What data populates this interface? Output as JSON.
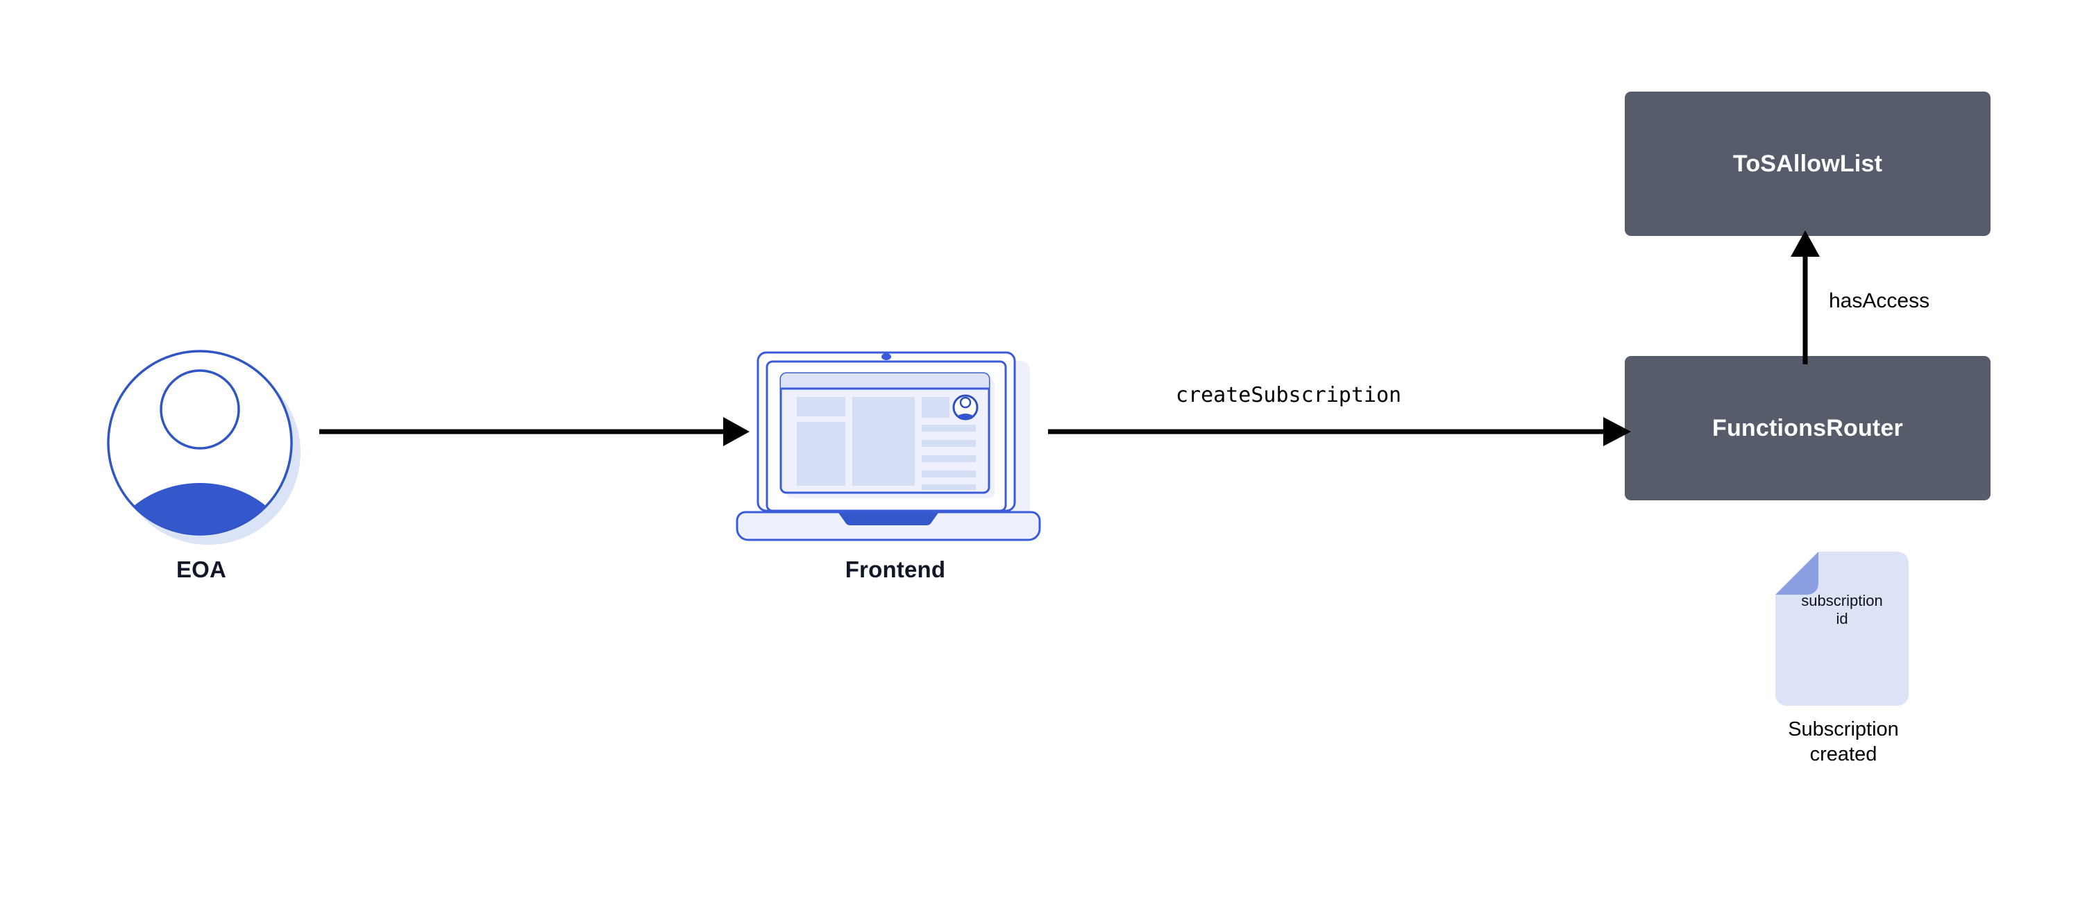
{
  "diagram": {
    "background_color": "#ffffff",
    "nodes": {
      "eoa": {
        "label": "EOA",
        "icon": "user-avatar-icon",
        "accent_color": "#3457cc",
        "shadow_color": "#dbe3f7"
      },
      "frontend": {
        "label": "Frontend",
        "icon": "laptop-icon",
        "accent_color": "#3457cc"
      },
      "tos_allowlist": {
        "label": "ToSAllowList",
        "fill_color": "#575c6b",
        "text_color": "#ffffff"
      },
      "functions_router": {
        "label": "FunctionsRouter",
        "fill_color": "#575c6b",
        "text_color": "#ffffff"
      },
      "subscription_doc": {
        "doc_line1": "subscription",
        "doc_line2": "id",
        "caption_line1": "Subscription",
        "caption_line2": "created",
        "body_color": "#dde3f7",
        "fold_color": "#8b9ee2"
      }
    },
    "edges": {
      "eoa_to_frontend": {
        "label": "",
        "direction": "right"
      },
      "frontend_to_router": {
        "label": "createSubscription",
        "direction": "right"
      },
      "router_to_tos": {
        "label": "hasAccess",
        "direction": "up"
      }
    }
  }
}
